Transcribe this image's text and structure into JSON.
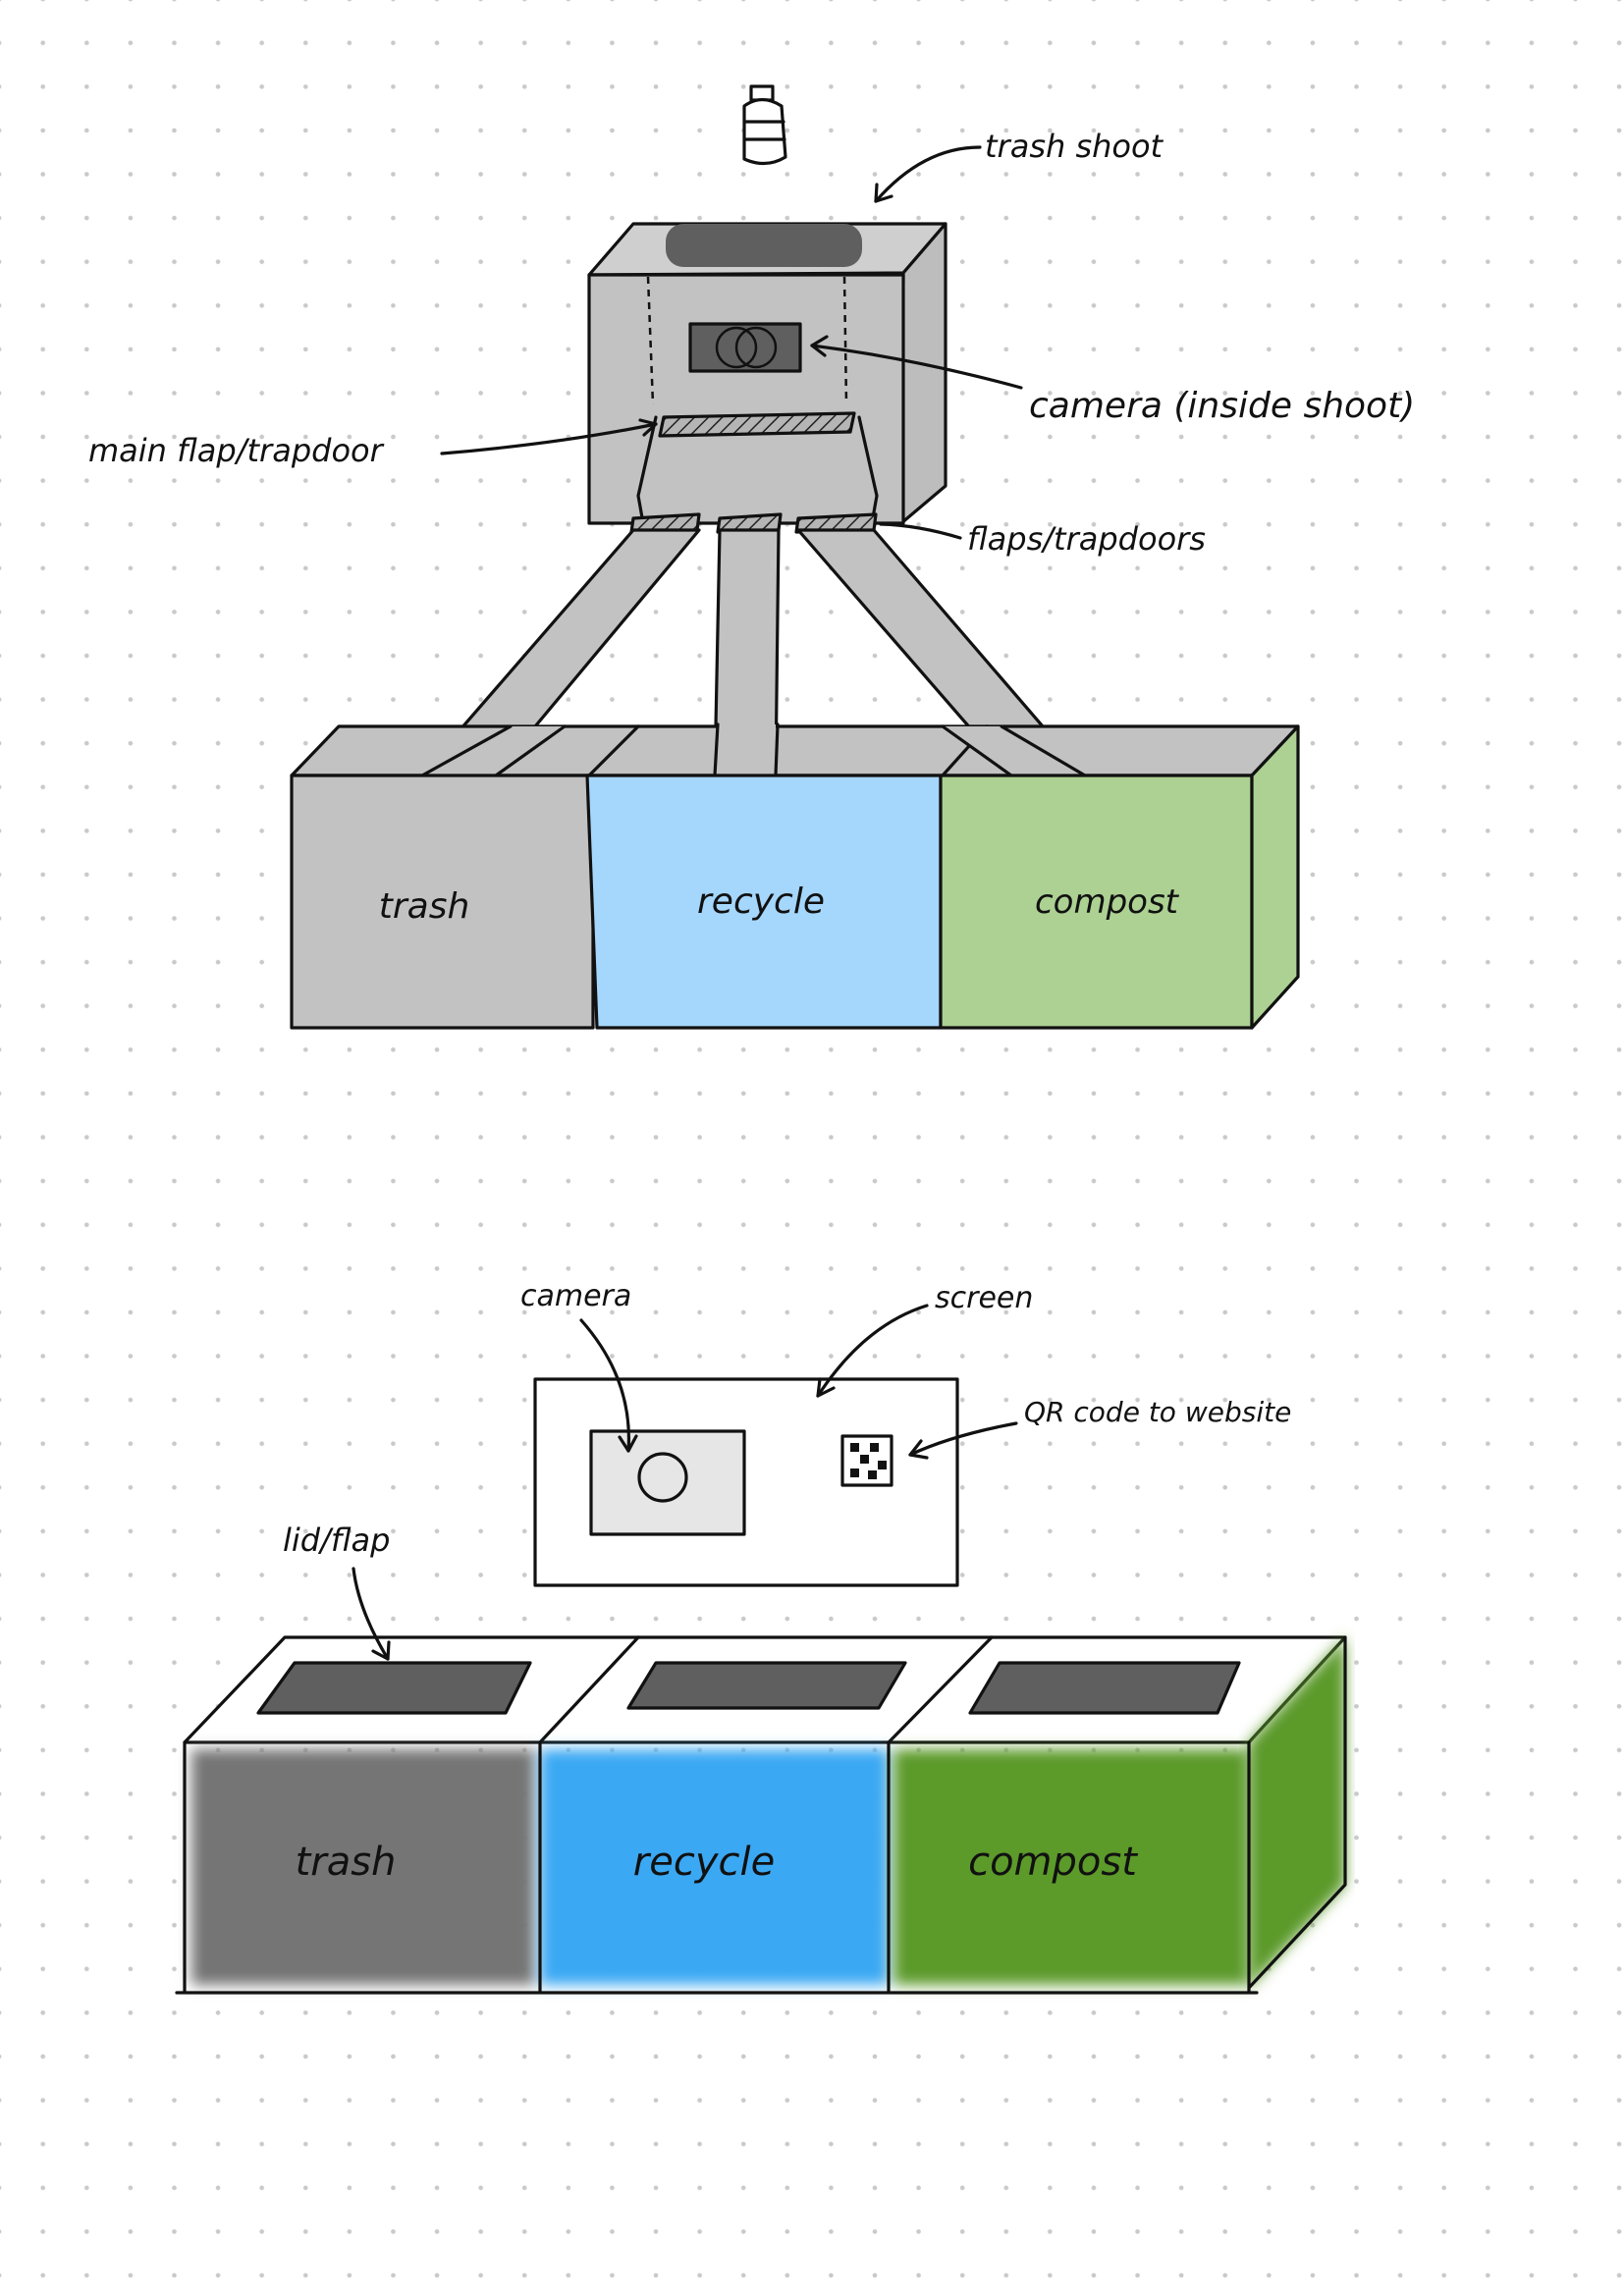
{
  "top_sketch": {
    "labels": {
      "trash_shoot": "trash shoot",
      "camera_inside": "camera (inside shoot)",
      "main_flap": "main flap/trapdoor",
      "flaps": "flaps/trapdoors"
    },
    "bins": {
      "trash": "trash",
      "recycle": "recycle",
      "compost": "compost"
    }
  },
  "bottom_sketch": {
    "labels": {
      "camera": "camera",
      "screen": "screen",
      "qr_code": "QR code to website",
      "lid_flap": "lid/flap"
    },
    "bins": {
      "trash": "trash",
      "recycle": "recycle",
      "compost": "compost"
    }
  },
  "colors": {
    "box_gray": "#c2c2c2",
    "dark_gray": "#5f5f5f",
    "light_blue": "#a5d6fb",
    "light_green": "#acd193",
    "bold_gray": "#747474",
    "bold_blue": "#3aa8f3",
    "bold_green": "#5b9a2b",
    "screen_gray": "#e6e6e6"
  }
}
